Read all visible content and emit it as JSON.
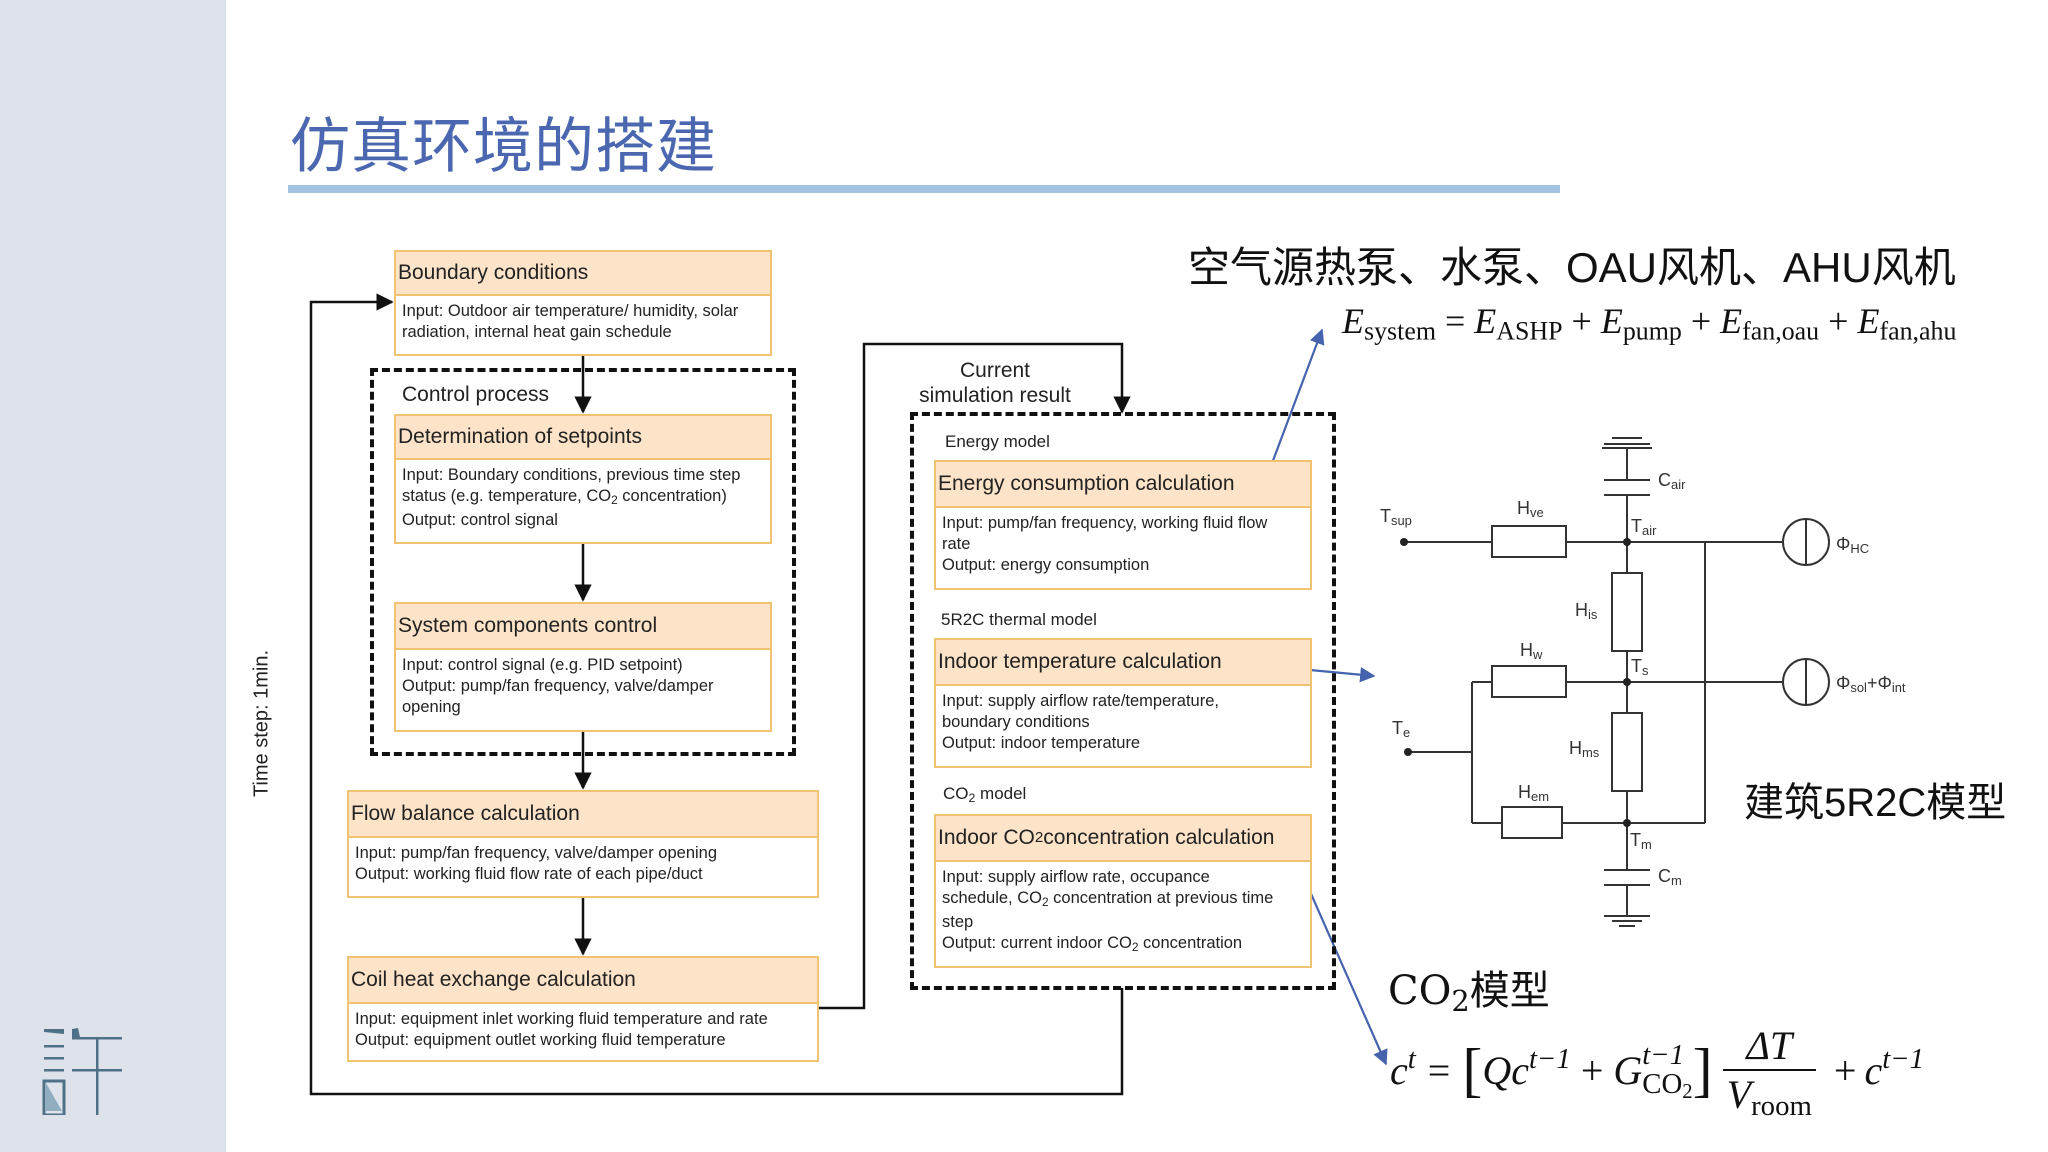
{
  "slide": {
    "title": "仿真环境的搭建",
    "logo_char": "許"
  },
  "flowchart": {
    "boundary": {
      "title": "Boundary conditions",
      "lines": [
        "Input: Outdoor air temperature/ humidity, solar",
        "radiation, internal heat gain schedule"
      ]
    },
    "control_process_label": "Control process",
    "setpoints": {
      "title": "Determination of setpoints",
      "line1": "Input: Boundary conditions, previous time step",
      "line2_pre": "status (e.g. temperature, CO",
      "line2_sub": "2",
      "line2_post": " concentration)",
      "line3": "Output: control signal"
    },
    "components": {
      "title": "System components control",
      "lines": [
        "Input: control signal (e.g. PID setpoint)",
        "Output: pump/fan frequency, valve/damper",
        "opening"
      ]
    },
    "flow_balance": {
      "title": "Flow balance calculation",
      "lines": [
        "Input: pump/fan frequency, valve/damper opening",
        "Output: working fluid flow rate of each pipe/duct"
      ]
    },
    "coil": {
      "title": "Coil heat exchange calculation",
      "lines": [
        "Input: equipment inlet working fluid temperature and rate",
        "Output: equipment outlet working fluid temperature"
      ]
    },
    "time_step_label": "Time step: 1min.",
    "current_result_label": [
      "Current",
      "simulation result"
    ],
    "energy_model_label": "Energy model",
    "energy": {
      "title": "Energy consumption calculation",
      "lines": [
        "Input: pump/fan frequency, working fluid flow",
        "rate",
        "Output: energy consumption"
      ]
    },
    "thermal_model_label": "5R2C thermal model",
    "indoor_temp": {
      "title": "Indoor temperature calculation",
      "lines": [
        "Input: supply airflow rate/temperature,",
        "boundary conditions",
        "Output: indoor temperature"
      ]
    },
    "co2_model_label_pre": "CO",
    "co2_model_label_sub": "2",
    "co2_model_label_post": " model",
    "indoor_co2": {
      "title_pre": "Indoor CO",
      "title_sub": "2",
      "title_post": " concentration calculation",
      "line1": "Input: supply airflow rate, occupance",
      "line2_pre": "schedule, CO",
      "line2_sub": "2",
      "line2_post": " concentration at previous time",
      "line3": "step",
      "line4_pre": "Output: current indoor CO",
      "line4_sub": "2",
      "line4_post": " concentration"
    }
  },
  "annotations": {
    "equipment_heading": "空气源热泵、水泵、OAU风机、AHU风机",
    "energy_eq": {
      "E": "E",
      "sys_sub": "system",
      "ashp_sub": "ASHP",
      "pump_sub": "pump",
      "oau_sub": "fan,oau",
      "ahu_sub": "fan,ahu",
      "eq": "=",
      "plus": "+"
    },
    "building_model_label": "建筑5R2C模型",
    "co2_heading_pre": "CO",
    "co2_heading_sub": "2",
    "co2_heading_post": "模型",
    "co2_eq": {
      "c": "c",
      "t": "t",
      "tm1": "t−1",
      "Q": "Q",
      "G": "G",
      "co2_sub": "CO",
      "co2_sub2": "2",
      "dT": "ΔT",
      "V": "V",
      "room": "room"
    }
  },
  "circuit": {
    "labels": {
      "T_sup": [
        "T",
        "sup"
      ],
      "H_ve": [
        "H",
        "ve"
      ],
      "C_air": [
        "C",
        "air"
      ],
      "T_air": [
        "T",
        "air"
      ],
      "Phi_HC": [
        "Φ",
        "HC"
      ],
      "H_is": [
        "H",
        "is"
      ],
      "H_w": [
        "H",
        "w"
      ],
      "T_s": [
        "T",
        "s"
      ],
      "Phi_sol_int": [
        "Φ",
        "sol",
        "+Φ",
        "int"
      ],
      "T_e": [
        "T",
        "e"
      ],
      "H_ms": [
        "H",
        "ms"
      ],
      "H_em": [
        "H",
        "em"
      ],
      "T_m": [
        "T",
        "m"
      ],
      "C_m": [
        "C",
        "m"
      ]
    }
  },
  "colors": {
    "title": "#4a67b0",
    "box_header": "#fde3c8",
    "box_border": "#f0c373",
    "annotation_arrow": "#4564ad",
    "sidebar": "#dee2ea",
    "underline": "#a2c3e2"
  }
}
